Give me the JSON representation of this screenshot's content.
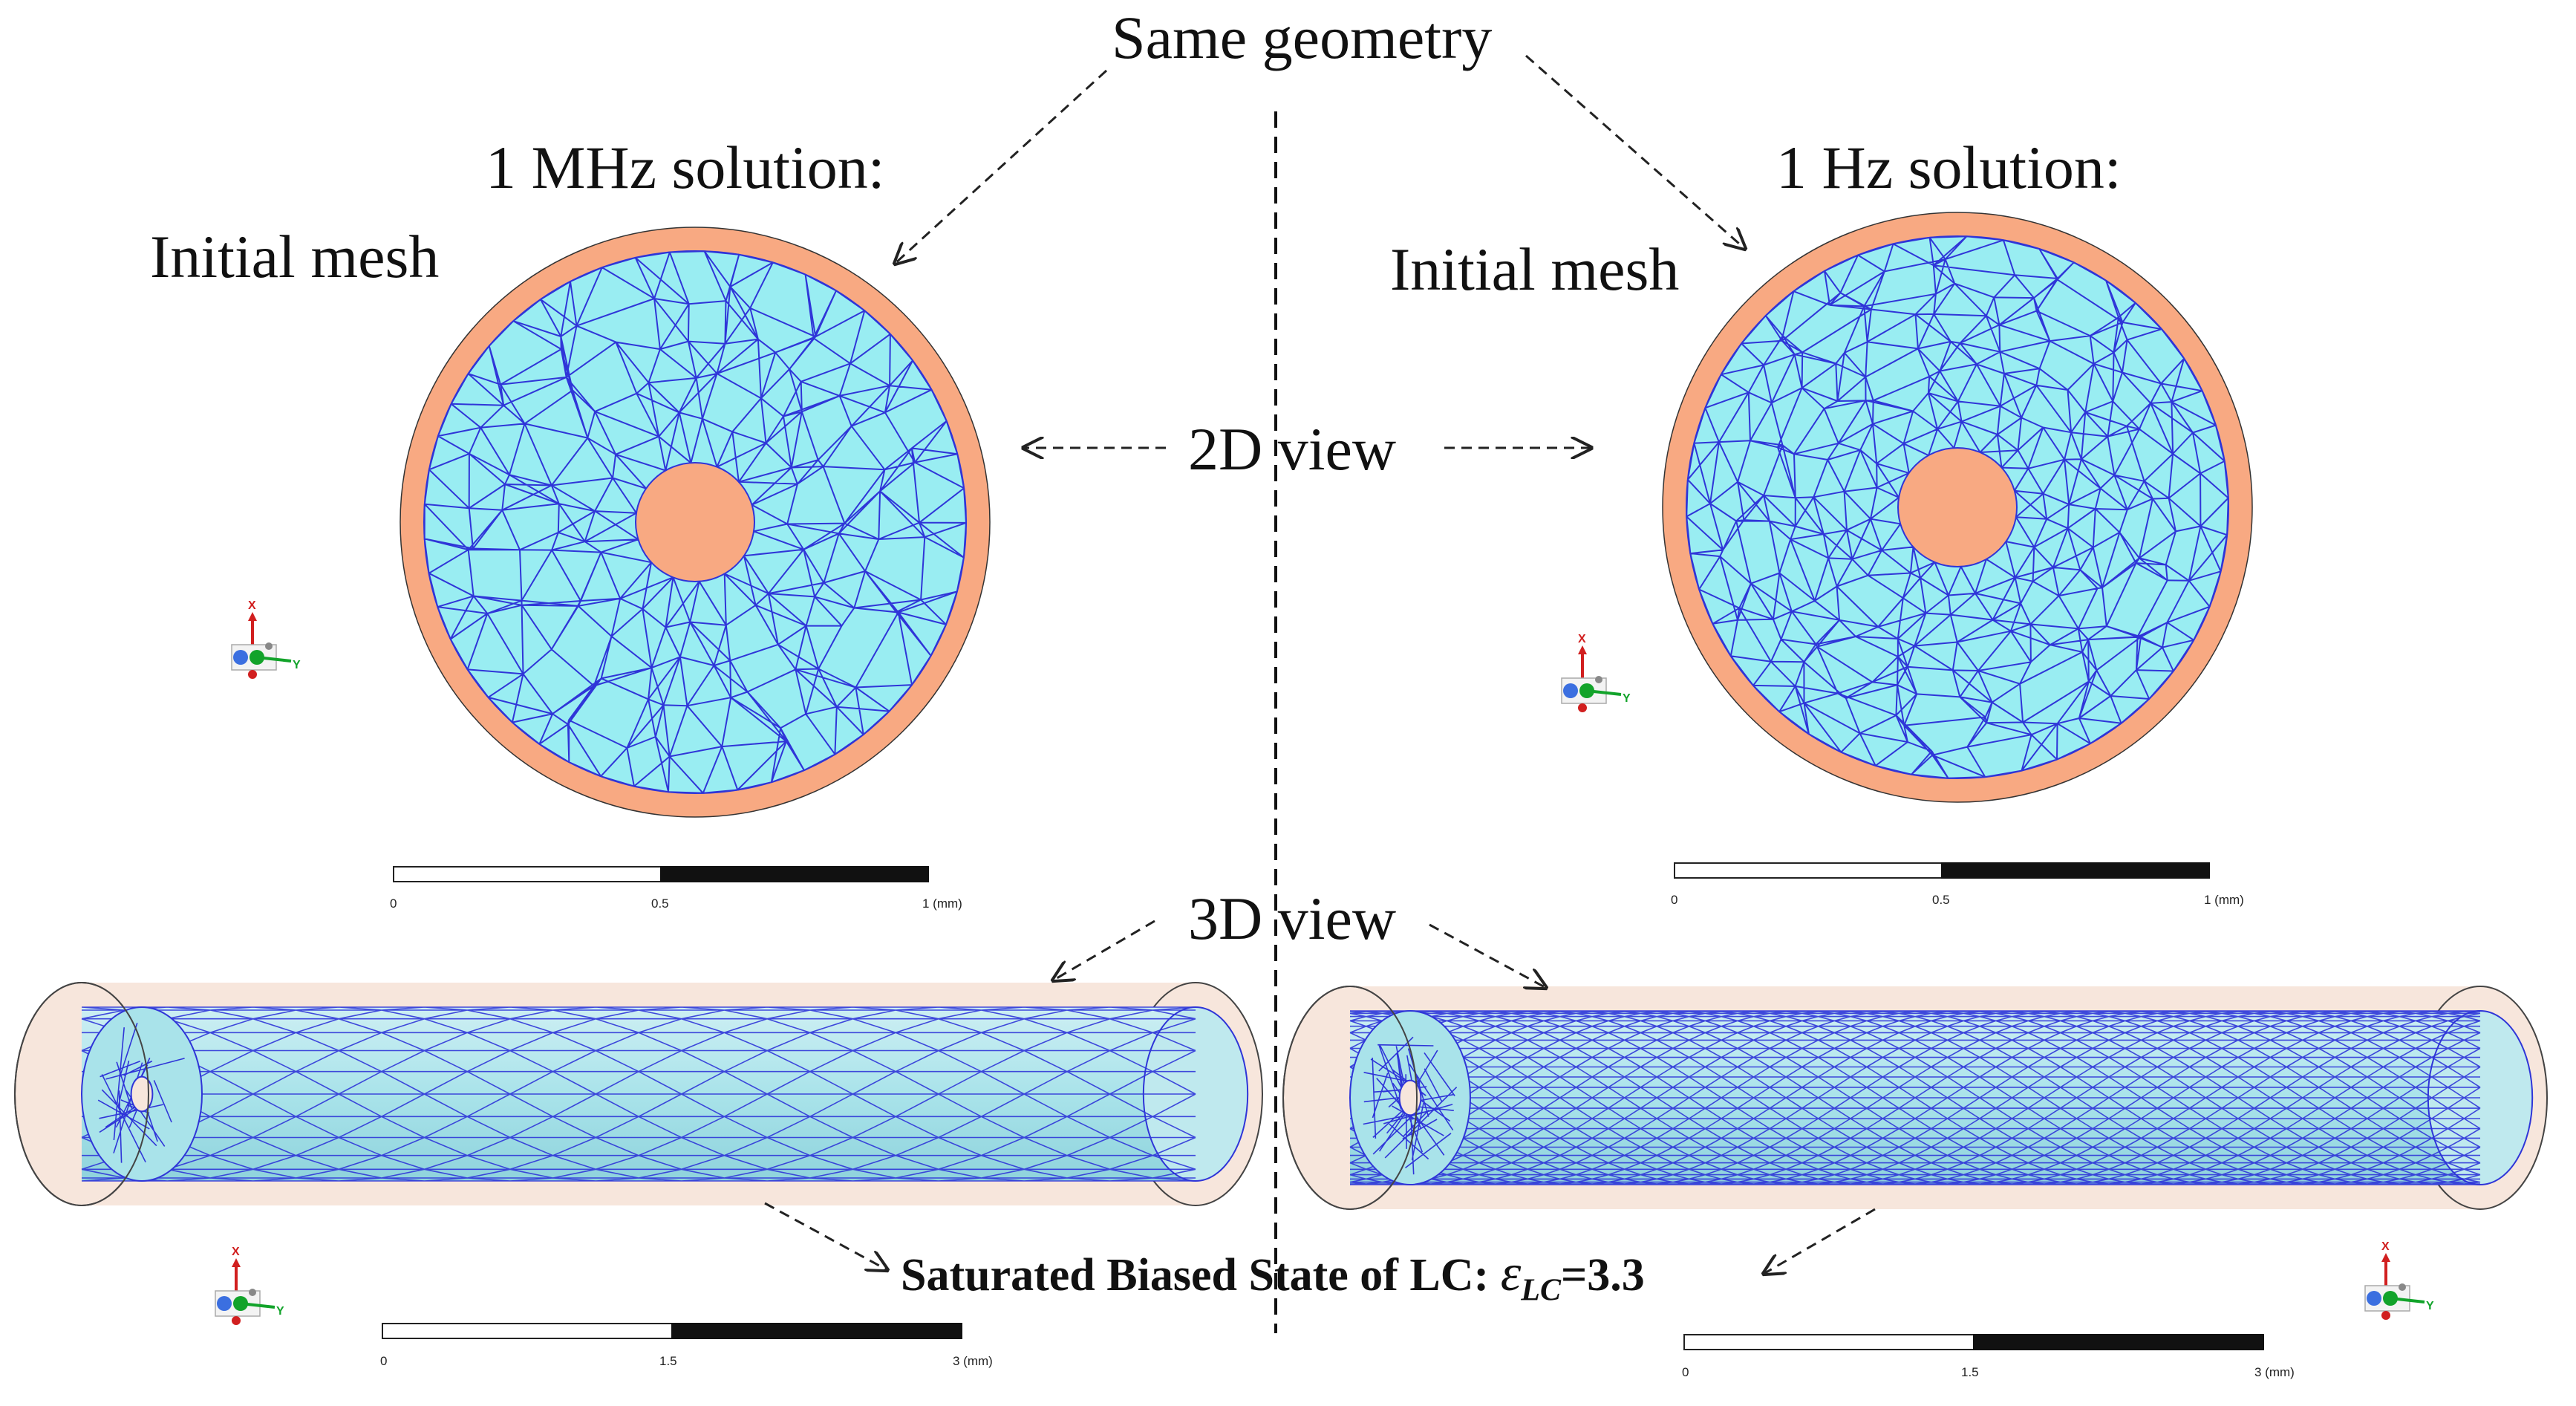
{
  "labels": {
    "same_geometry": "Same geometry",
    "left_solution": "1 MHz solution:",
    "right_solution": "1 Hz solution:",
    "initial_mesh_left": "Initial mesh",
    "initial_mesh_right": "Initial mesh",
    "view_2d": "2D view",
    "view_3d": "3D view",
    "caption_prefix": "Saturated Biased State of LC: ",
    "caption_eps": "ε",
    "caption_sub": "LC",
    "caption_value": "=3.3"
  },
  "scale_bar_2d": {
    "ticks": [
      "0",
      "0.5",
      "1 (mm)"
    ]
  },
  "scale_bar_3d": {
    "ticks": [
      "0",
      "1.5",
      "3 (mm)"
    ]
  },
  "axis_triad": {
    "x_label": "X",
    "y_label": "Y"
  },
  "colors": {
    "conductor": "#f8a982",
    "dielectric": "#99edf2",
    "mesh_lines": "#2f35d8",
    "tube_outer": "#f7e6dc",
    "tube_inner": "#a9e3ea",
    "axis_x": "#d11f1f",
    "axis_y": "#12a32a"
  }
}
